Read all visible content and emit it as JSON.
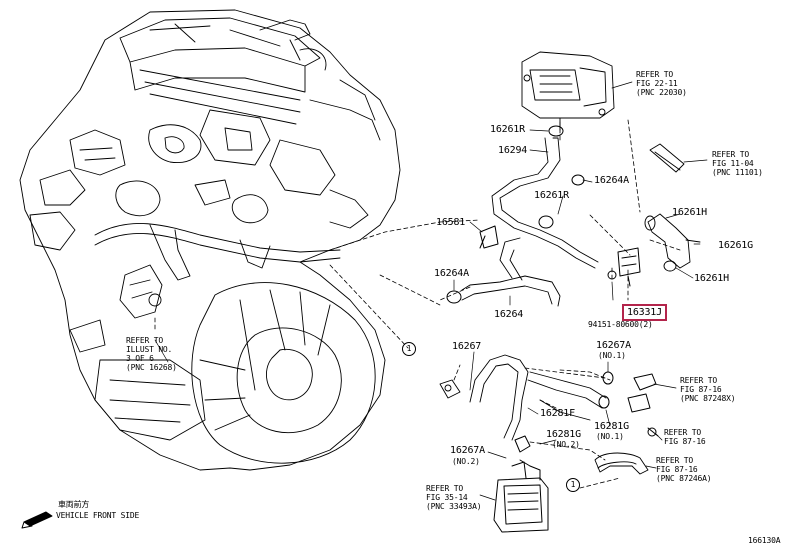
{
  "labels": {
    "p16261R_top": "16261R",
    "p16294": "16294",
    "p16264A_top": "16264A",
    "p16261R_mid": "16261R",
    "p16581": "16581",
    "p16264A_left": "16264A",
    "p16264": "16264",
    "p16331J": "16331J",
    "p94151": "94151-80600(2)",
    "p16261H_top": "16261H",
    "p16261G": "16261G",
    "p16261H_bot": "16261H",
    "p16267": "16267",
    "p16267A_top": "16267A",
    "no1_top": "(NO.1)",
    "p16281F": "16281F",
    "p16281G_top": "16281G",
    "no1_mid": "(NO.1)",
    "p16267A_bot": "16267A",
    "no2_left": "(NO.2)",
    "p16281G_bot": "16281G",
    "no2_right": "(NO.2)",
    "callout": "1",
    "callout2": "1"
  },
  "refs": {
    "fig22": [
      "REFER TO",
      "FIG 22-11",
      "(PNC 22030)"
    ],
    "fig11": [
      "REFER TO",
      "FIG 11-04",
      "(PNC 11101)"
    ],
    "fig87a": [
      "REFER TO",
      "FIG 87-16",
      "(PNC 87248X)"
    ],
    "fig87b": [
      "REFER TO",
      "FIG 87-16"
    ],
    "fig87c": [
      "REFER TO",
      "FIG 87-16",
      "(PNC 87246A)"
    ],
    "fig35": [
      "REFER TO",
      "FIG 35-14",
      "(PNC 33493A)"
    ],
    "illust": [
      "REFER TO",
      "ILLUST NO.",
      "3 OF 6",
      "(PNC 16268)"
    ]
  },
  "footer": {
    "direction_jp": "車両前方",
    "direction": "VEHICLE FRONT SIDE",
    "code": "166130A"
  },
  "colors": {
    "highlight": "#b3244b",
    "line": "#000000"
  }
}
